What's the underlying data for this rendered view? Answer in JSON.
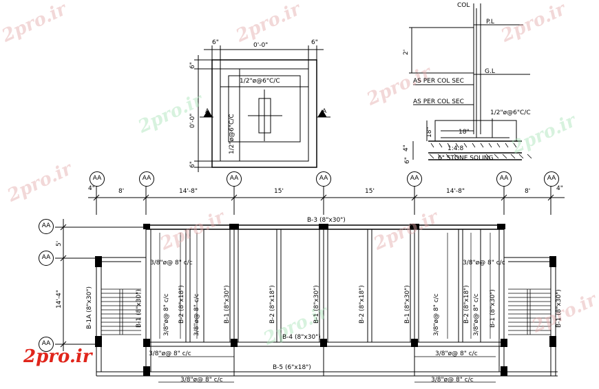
{
  "watermark": "2pro.ir",
  "brand": "2pro.ir",
  "footing": {
    "dim_top_left": "6\"",
    "dim_top_mid": "0'-0\"",
    "dim_top_right": "6\"",
    "dim_left_top": "6\"",
    "dim_left_mid": "0'-0\"",
    "dim_left_bot": "6\"",
    "rebar_h": "1/2\"ø@6\"C/C",
    "rebar_v": "1/2\"ø@6\"C/C",
    "section_left": "A",
    "section_right": "A"
  },
  "section": {
    "col": "COL",
    "pl": "P.L",
    "gl": "G.L",
    "dim_2": "2'",
    "note1": "AS PER COL SEC",
    "note2": "AS PER COL SEC",
    "rebar": "1/2\"ø@6\"C/C",
    "dim_18a": "18\"",
    "dim_18b": "18\"",
    "dim_4": "4\"",
    "dim_6": "6\"",
    "mix": "1:4:8",
    "soling": "6\" STONE SOLING"
  },
  "grid": {
    "bubble": "AA",
    "dims": [
      "4\"",
      "8'",
      "14'-8\"",
      "15'",
      "15'",
      "14'-8\"",
      "8'",
      "4\""
    ]
  },
  "side_dims": {
    "d1": "5'",
    "d2": "14'-4\""
  },
  "plan": {
    "b3": "B-3 (8\"x30\")",
    "b4": "B-4 (8\"x30\")",
    "b5": "B-5 (6\"x18\")",
    "b1": "B-1 (8\"x30\")",
    "b1a": "B-1A (8\"x30\")",
    "b2": "B-2 (8\"x18\")",
    "stir": "3/8\"ø@ 8\" c/c"
  }
}
